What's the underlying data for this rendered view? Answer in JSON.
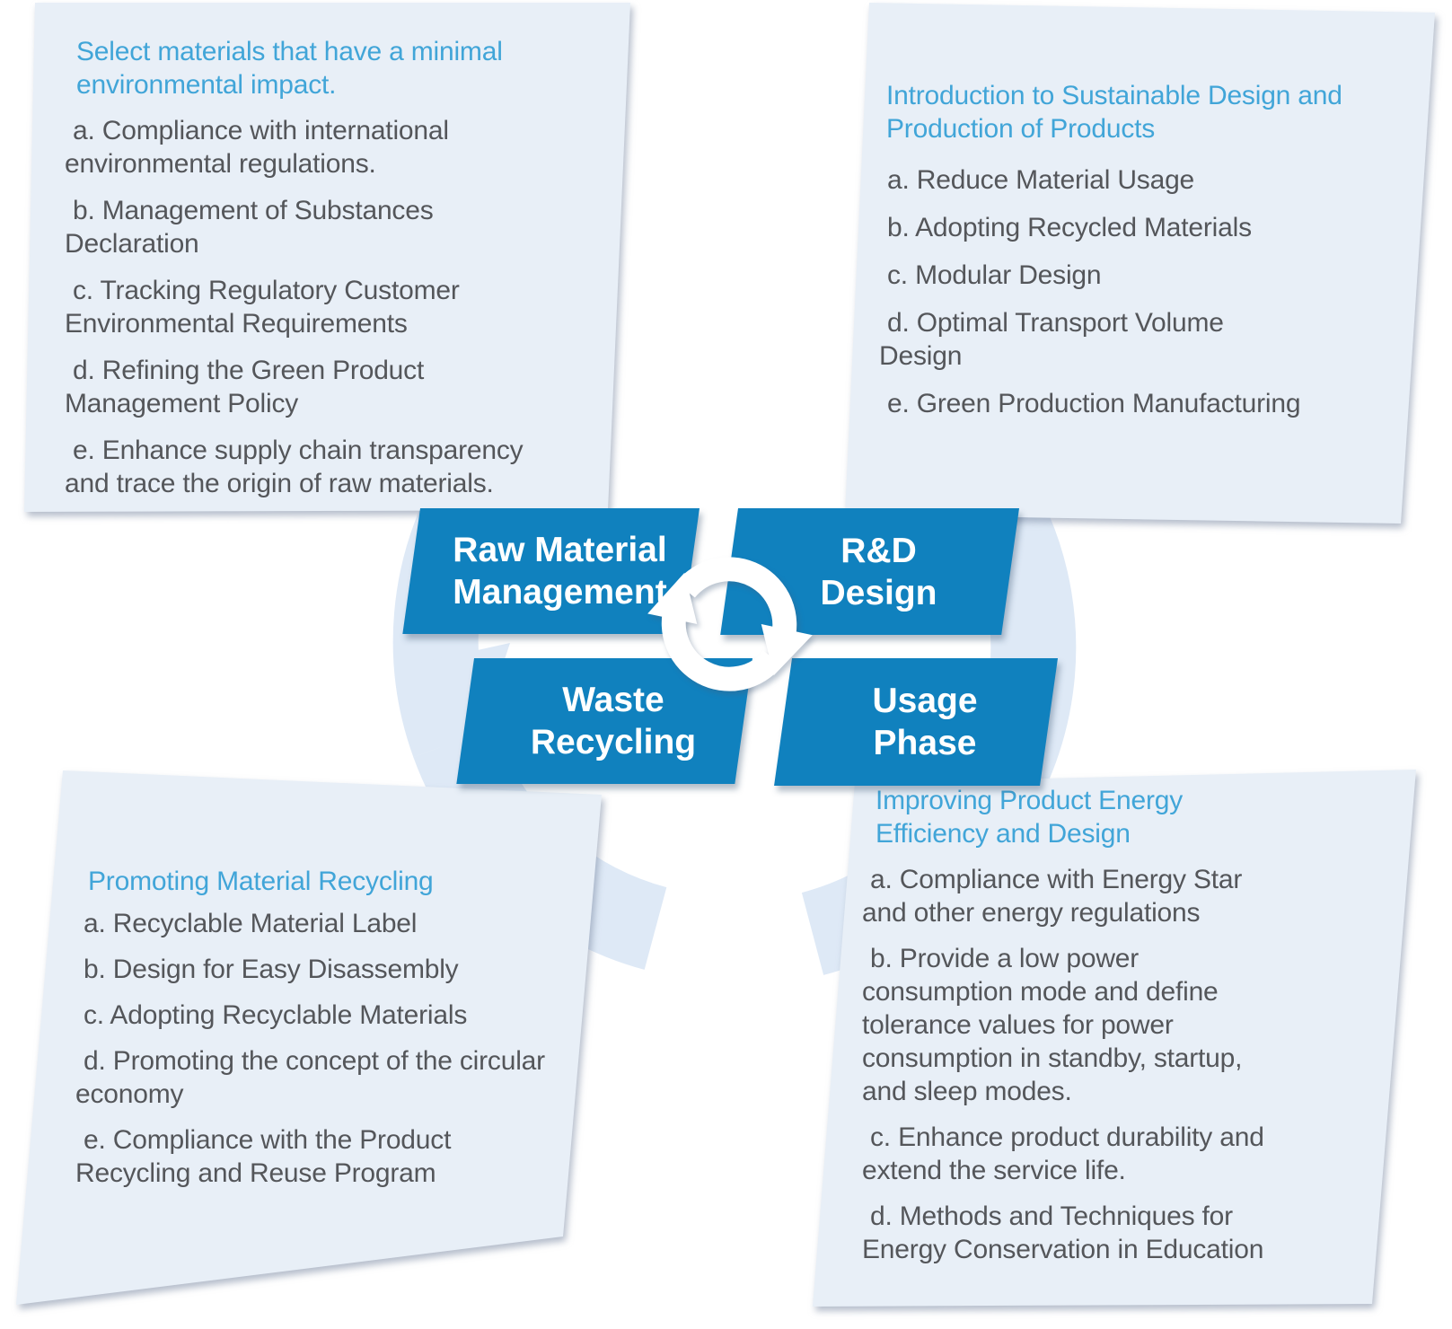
{
  "palette": {
    "ribbon_blue": "#1081BE",
    "title_blue": "#41A5D8",
    "body_text": "#54565A",
    "card_bg": "#E8EFF7",
    "watermark": "#DEE9F6"
  },
  "icons": {
    "center": "cycle-arrows-icon",
    "background": "recycle-watermark"
  },
  "cards": {
    "raw_material": {
      "title": "Select materials that have a minimal environmental impact.",
      "items": [
        "a. Compliance with international environmental regulations.",
        "b. Management of Substances Declaration",
        "c. Tracking Regulatory Customer Environmental Requirements",
        "d. Refining the Green Product Management Policy",
        "e. Enhance supply chain transparency and trace the origin of raw materials."
      ]
    },
    "rd_design": {
      "title": "Introduction to Sustainable Design and Production of Products",
      "items": [
        "a. Reduce Material Usage",
        "b. Adopting Recycled Materials",
        "c. Modular Design",
        "d. Optimal Transport Volume Design",
        "e. Green Production Manufacturing"
      ]
    },
    "waste_recycling": {
      "title": "Promoting Material Recycling",
      "items": [
        "a. Recyclable Material Label",
        "b. Design for Easy Disassembly",
        "c. Adopting Recyclable Materials",
        "d. Promoting the concept of the circular economy",
        "e. Compliance with the Product Recycling and Reuse Program"
      ]
    },
    "usage_phase": {
      "title": "Improving Product Energy Efficiency and Design",
      "items": [
        "a. Compliance with Energy Star and other energy regulations",
        "b. Provide a low power consumption mode and define tolerance values for power consumption in standby, startup, and sleep modes.",
        "c. Enhance product durability and extend the service life.",
        "d. Methods and Techniques for Energy Conservation in Education"
      ]
    }
  },
  "ribbons": {
    "raw_material": {
      "line1": "Raw Material",
      "line2": "Management"
    },
    "rd_design": {
      "line1": "R&D",
      "line2": "Design"
    },
    "waste_recycling": {
      "line1": "Waste",
      "line2": "Recycling"
    },
    "usage_phase": {
      "line1": "Usage",
      "line2": "Phase"
    }
  }
}
